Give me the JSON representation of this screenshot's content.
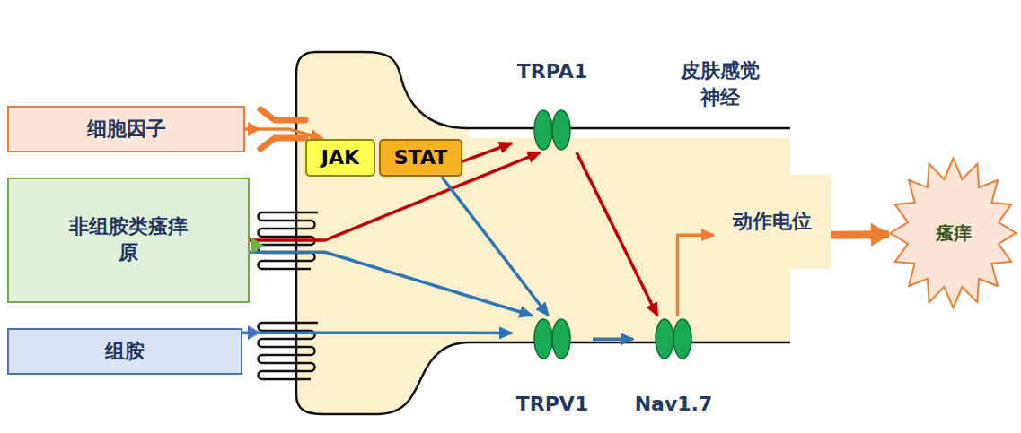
{
  "diagram": {
    "nodes": [
      {
        "text": [
          "细胞因子"
        ]
      },
      {
        "text": [
          "非组胺类瘙痒原"
        ]
      },
      {
        "text": [
          "组胺"
        ]
      },
      {
        "text": [
          "JAK"
        ]
      },
      {
        "text": [
          "STAT"
        ]
      },
      {
        "text": [
          "TRPA1"
        ]
      },
      {
        "text": [
          "TRPV1"
        ]
      },
      {
        "text": [
          "Nav1.7"
        ]
      },
      {
        "text": [
          "动作电位"
        ]
      },
      {
        "text": [
          "瘙痒"
        ]
      }
    ],
    "edges": [
      {
        "from": 0,
        "to": 3,
        "arrow": "to"
      },
      {
        "from": 1,
        "to": 5,
        "arrow": "to"
      },
      {
        "from": 1,
        "to": 6,
        "arrow": "to"
      },
      {
        "from": 2,
        "to": 6,
        "arrow": "to"
      },
      {
        "from": 4,
        "to": 5,
        "arrow": "to"
      },
      {
        "from": 4,
        "to": 6,
        "arrow": "to"
      },
      {
        "from": 5,
        "to": 7,
        "arrow": "to"
      },
      {
        "from": 6,
        "to": 7,
        "arrow": "to"
      },
      {
        "from": 7,
        "to": 8,
        "arrow": "to"
      },
      {
        "from": 8,
        "to": 9,
        "arrow": "to"
      }
    ],
    "labels": [
      "皮肤感觉神经"
    ]
  }
}
